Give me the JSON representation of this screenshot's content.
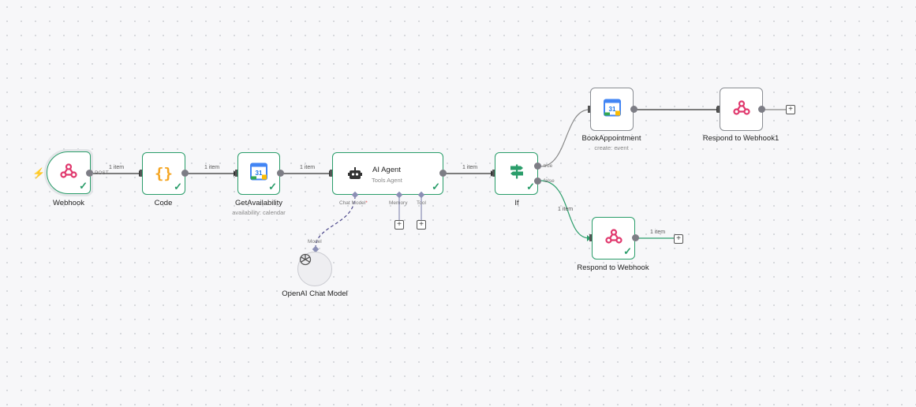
{
  "canvas": {
    "background": "#f7f7f9",
    "accent": "#2a9d6a"
  },
  "nodes": {
    "webhook": {
      "label": "Webhook",
      "method": "POST",
      "icon": "webhook-icon"
    },
    "code": {
      "label": "Code",
      "icon_glyph": "{}"
    },
    "getavailability": {
      "label": "GetAvailability",
      "subtitle": "availability: calendar",
      "icon": "google-calendar-icon",
      "cal_day": "31"
    },
    "agent": {
      "label": "AI Agent",
      "subtitle": "Tools Agent",
      "icon": "robot-icon",
      "ports": {
        "chat_model": "Chat Model",
        "memory": "Memory",
        "tool": "Tool"
      }
    },
    "openai": {
      "label": "OpenAI Chat Model",
      "port": "Model",
      "icon": "openai-icon"
    },
    "if": {
      "label": "If",
      "true_label": "true",
      "false_label": "false",
      "icon": "signpost-icon"
    },
    "book": {
      "label": "BookAppointment",
      "subtitle": "create: event",
      "icon": "google-calendar-icon",
      "cal_day": "31"
    },
    "respond1": {
      "label": "Respond to Webhook1",
      "icon": "webhook-icon"
    },
    "respond": {
      "label": "Respond to Webhook",
      "icon": "webhook-icon"
    }
  },
  "edges": {
    "e1": "1 item",
    "e2": "1 item",
    "e3": "1 item",
    "e4": "1 item",
    "e5": "1 item",
    "e6": "1 item"
  },
  "plus_glyph": "+"
}
